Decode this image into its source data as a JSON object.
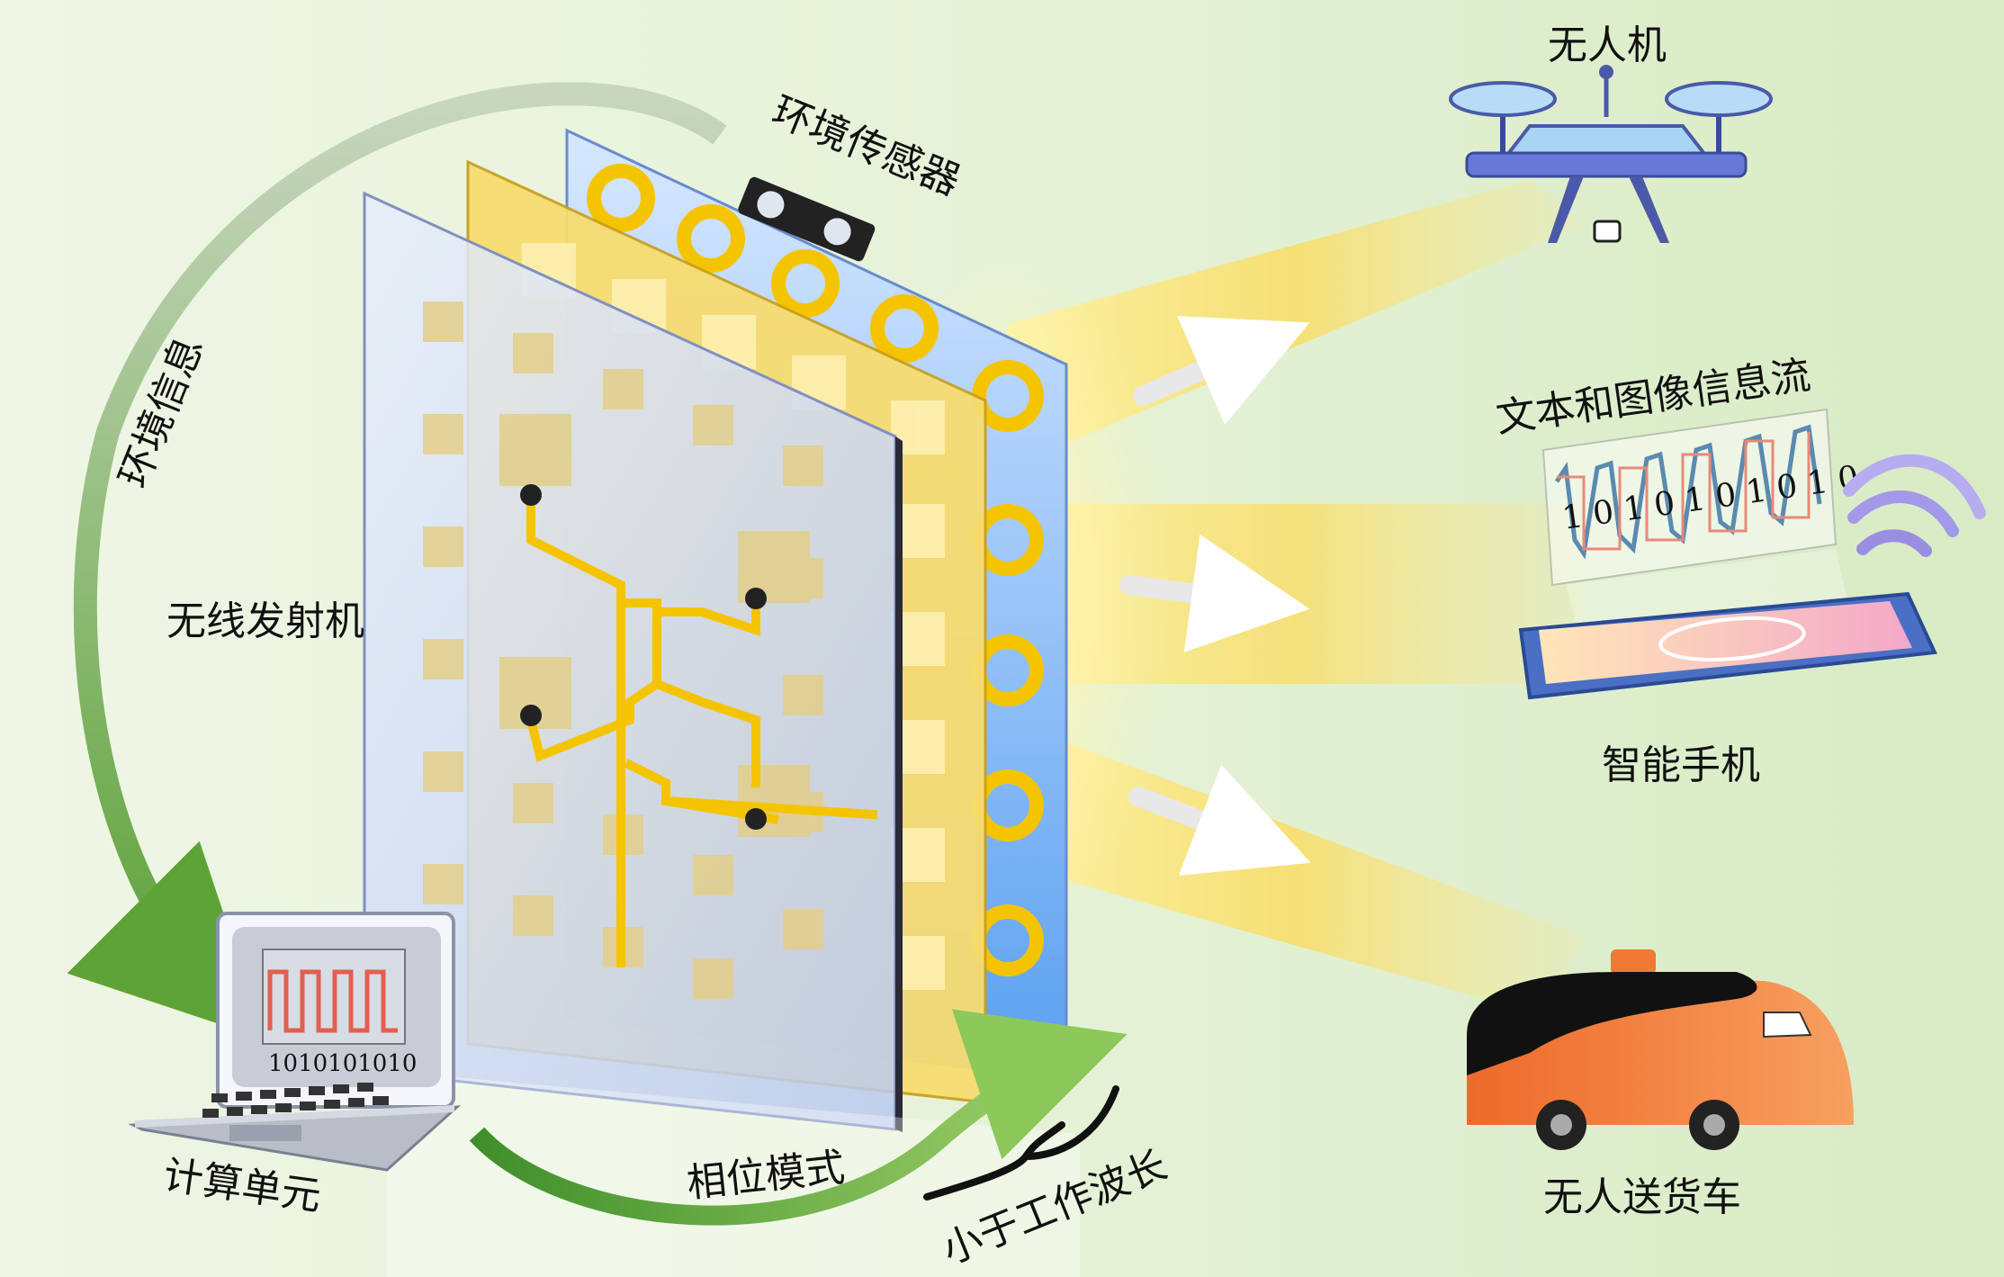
{
  "labels": {
    "drone": "无人机",
    "env_sensor": "环境传感器",
    "info_stream": "文本和图像信息流",
    "env_info": "环境信息",
    "transmitter": "无线发射机",
    "smartphone": "智能手机",
    "computing_unit": "计算单元",
    "phase_mode": "相位模式",
    "subwavelength": "小于工作波长",
    "delivery_vehicle": "无人送货车"
  },
  "bits": {
    "phone_stream": "1 0 1 0 1 0 1 0 1 0",
    "laptop_screen": "1010101010"
  },
  "colors": {
    "arrow_green": "#6aa83c",
    "gold": "#f5c400",
    "beam_yellow": "#ffd84a",
    "vehicle_orange": "#f07a35",
    "drone_blue": "#6678d8",
    "panel_blue": "#8fb8f0"
  }
}
